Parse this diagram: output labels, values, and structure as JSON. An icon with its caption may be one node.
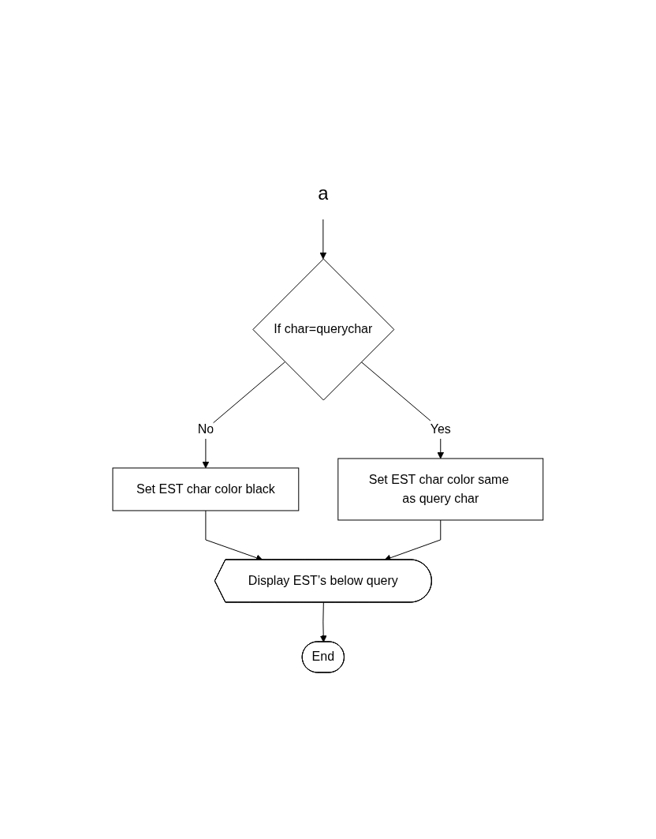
{
  "diagram": {
    "nodes": [
      {
        "text": [
          "a"
        ]
      },
      {
        "text": [
          "If char=querychar"
        ]
      },
      {
        "text": [
          "Set EST char color black"
        ]
      },
      {
        "text": [
          "Set EST char color same as query char"
        ]
      },
      {
        "text": [
          "Display EST’s below query"
        ]
      },
      {
        "text": [
          "End"
        ]
      }
    ],
    "edges": [
      {
        "from": 0,
        "to": 1,
        "arrow": "to"
      },
      {
        "from": 1,
        "to": 2,
        "arrow": "to",
        "label": "No"
      },
      {
        "from": 1,
        "to": 3,
        "arrow": "to",
        "label": "Yes"
      },
      {
        "from": 2,
        "to": 4,
        "arrow": "to"
      },
      {
        "from": 3,
        "to": 4,
        "arrow": "to"
      },
      {
        "from": 4,
        "to": 5,
        "arrow": "to"
      }
    ]
  }
}
